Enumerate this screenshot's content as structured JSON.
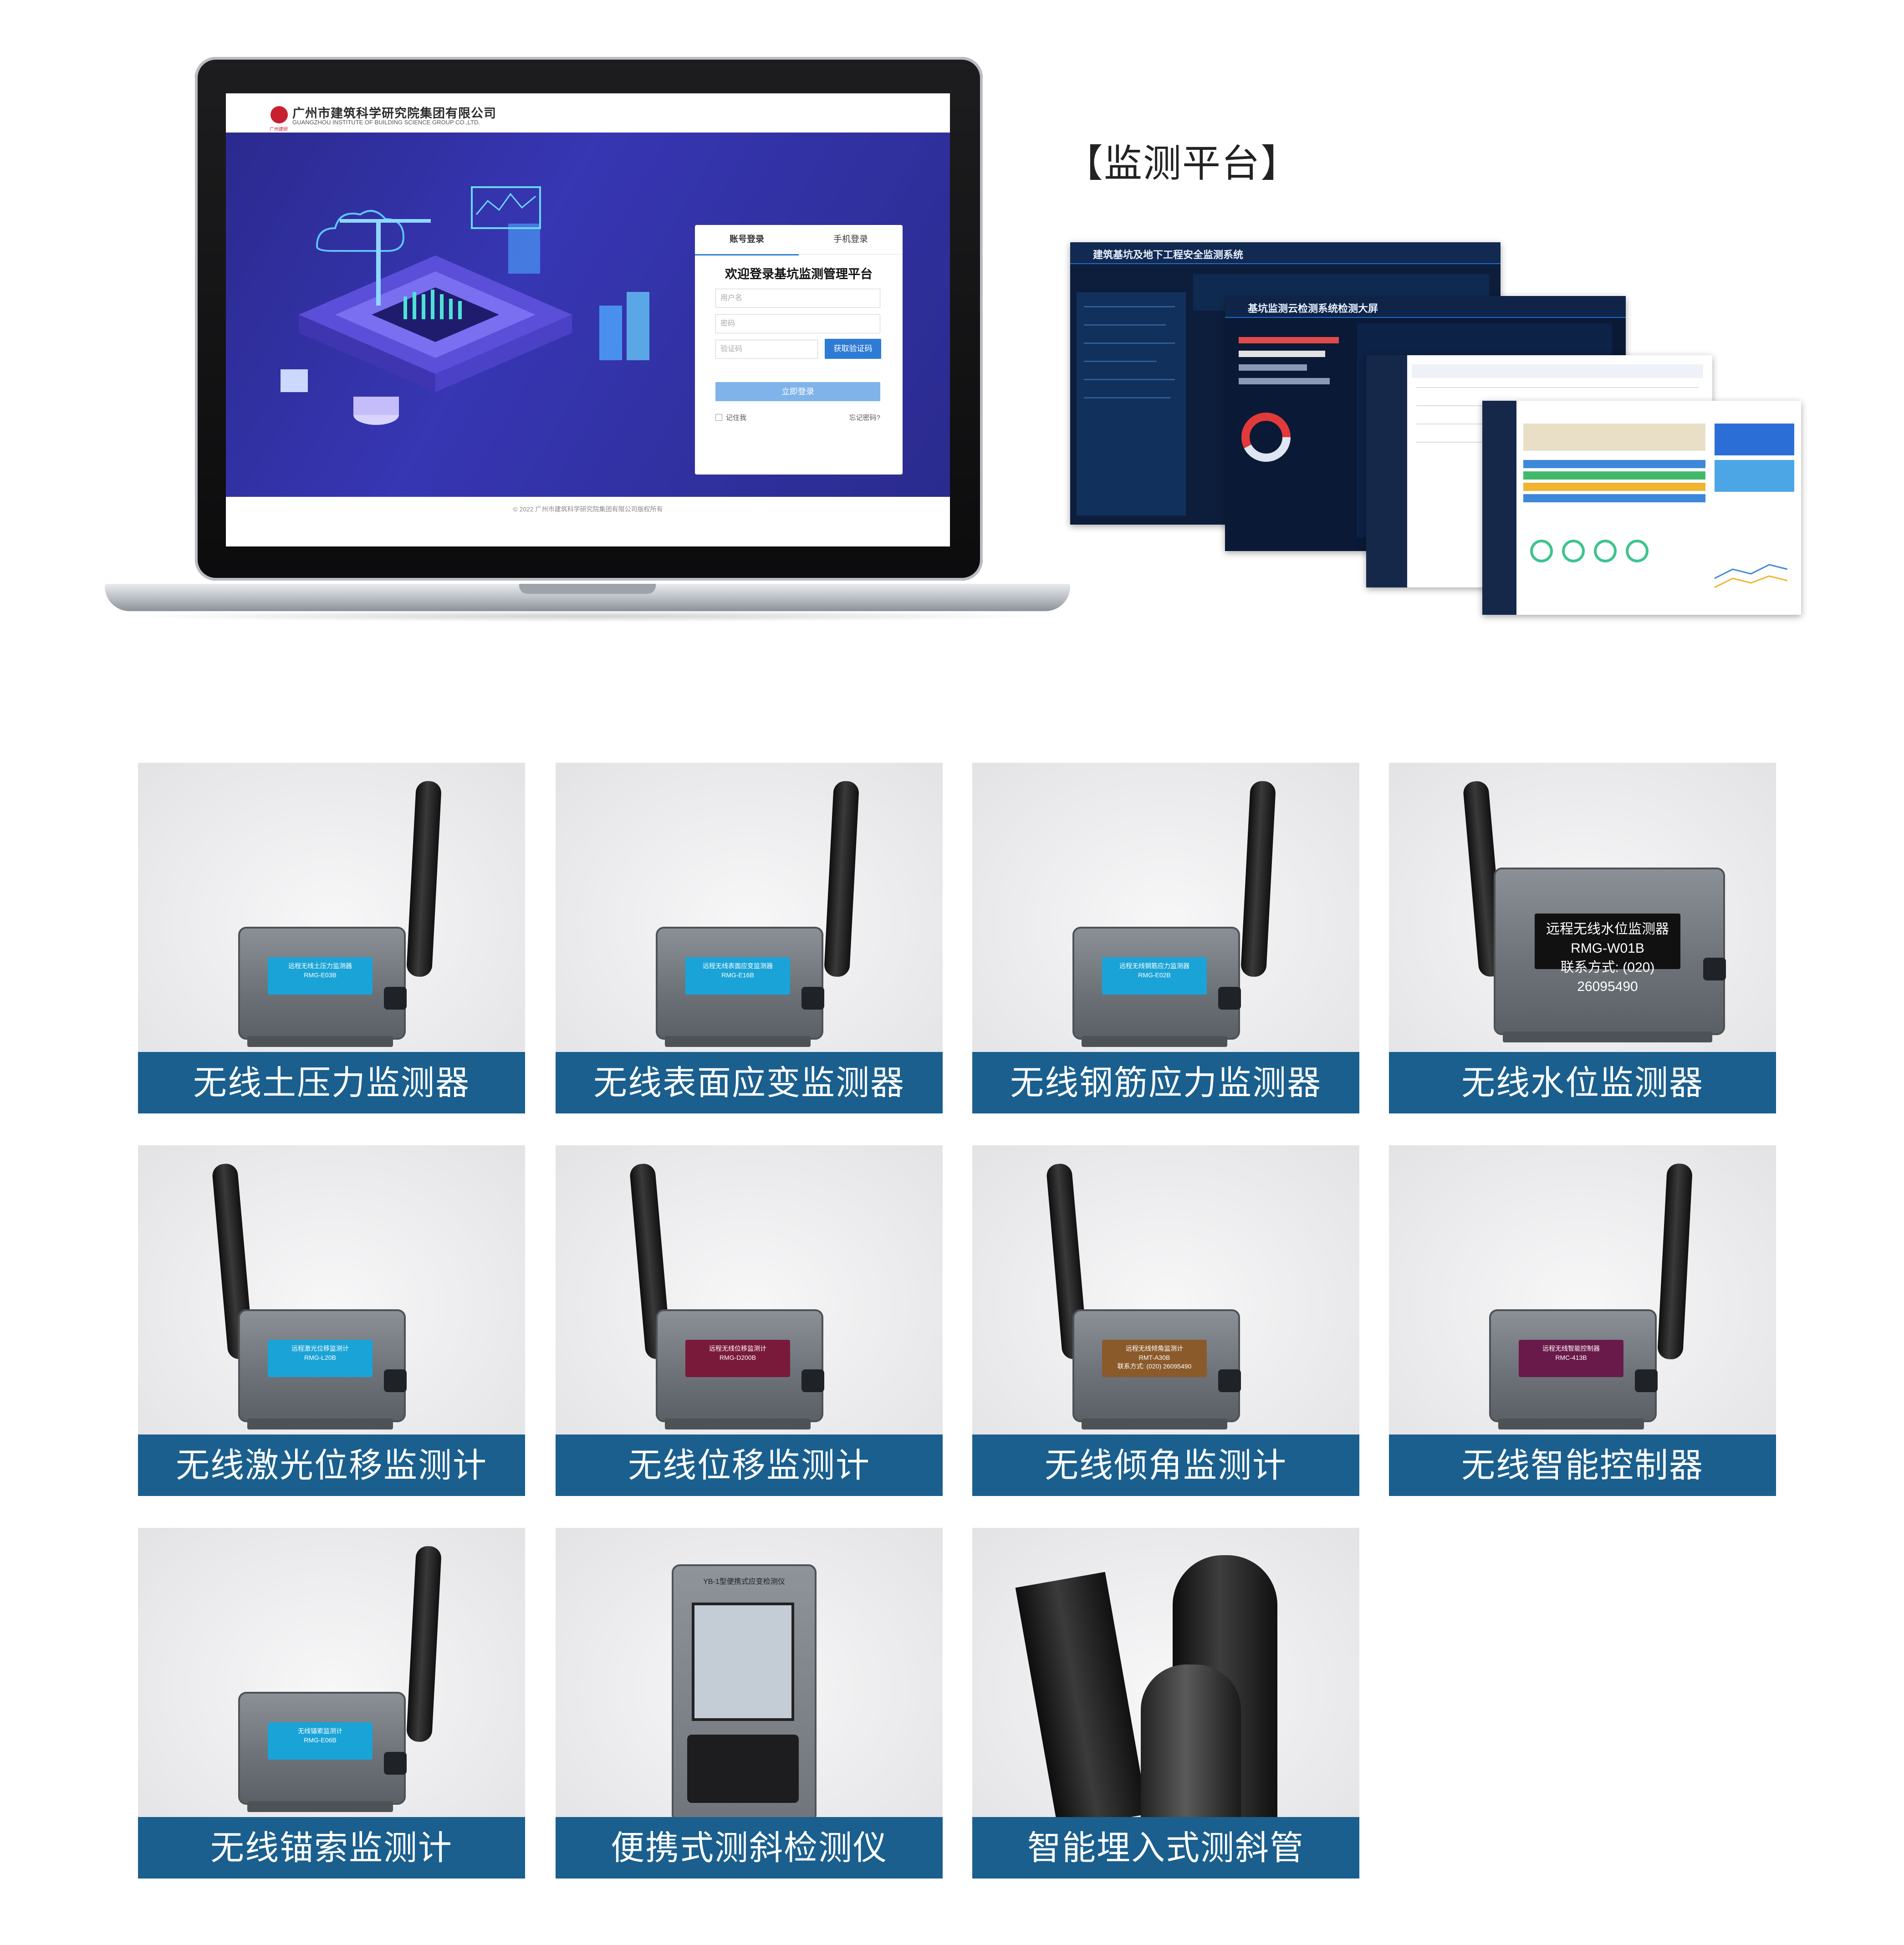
{
  "login_screen": {
    "company_name_cn": "广州市建筑科学研究院集团有限公司",
    "company_name_en": "GUANGZHOU INSTITUTE OF BUILDING SCIENCE GROUP CO.,LTD.",
    "logo_caption": "广州建研",
    "tabs": [
      "账号登录",
      "手机登录"
    ],
    "title": "欢迎登录基坑监测管理平台",
    "username_placeholder": "用户名",
    "password_placeholder": "密码",
    "captcha_placeholder": "验证码",
    "captcha_button": "获取验证码",
    "submit_button": "立即登录",
    "remember_label": "记住我",
    "forgot_label": "忘记密码?",
    "footer": "© 2022 广州市建筑科学研究院集团有限公司版权所有"
  },
  "platform": {
    "title": "【监测平台】",
    "screens": [
      {
        "title": "建筑基坑及地下工程安全监测系统"
      },
      {
        "title": "基坑监测云检测系统检测大屏"
      }
    ]
  },
  "products": [
    {
      "name": "无线土压力监测器",
      "plate": "远程无线土压力监测器",
      "code": "RMG-E03B",
      "plate_color": "#1aa3d6"
    },
    {
      "name": "无线表面应变监测器",
      "plate": "远程无线表面应变监测器",
      "code": "RMG-E16B",
      "plate_color": "#1aa3d6"
    },
    {
      "name": "无线钢筋应力监测器",
      "plate": "远程无线钢筋应力监测器",
      "code": "RMG-E02B",
      "plate_color": "#1aa3d6"
    },
    {
      "name": "无线水位监测器",
      "plate": "远程无线水位监测器",
      "code": "RMG-W01B",
      "phone": "联系方式: (020) 26095490",
      "plate_color": "#111111"
    },
    {
      "name": "无线激光位移监测计",
      "plate": "远程激光位移监测计",
      "code": "RMG-L20B",
      "plate_color": "#1aa3d6"
    },
    {
      "name": "无线位移监测计",
      "plate": "远程无线位移监测计",
      "code": "RMG-D200B",
      "plate_color": "#7a1a3a"
    },
    {
      "name": "无线倾角监测计",
      "plate": "远程无线倾角监测计",
      "code": "RMT-A30B",
      "phone": "联系方式: (020) 26095490",
      "plate_color": "#8a5a2a"
    },
    {
      "name": "无线智能控制器",
      "plate": "远程无线智能控制器",
      "code": "RMC-413B",
      "plate_color": "#6a1a4a"
    },
    {
      "name": "无线锚索监测计",
      "plate": "无线锚索监测计",
      "code": "RMG-E06B",
      "plate_color": "#1aa3d6"
    },
    {
      "name": "便携式测斜检测仪",
      "plate": "YB-1型便携式应变检测仪",
      "code": "",
      "plate_color": "#cfcfcf"
    },
    {
      "name": "智能埋入式测斜管",
      "plate": "",
      "code": "",
      "plate_color": "#111111"
    }
  ],
  "colors": {
    "label_bg": "#1a5f8e",
    "login_hero": "#3332a8",
    "accent": "#2e7bd6"
  }
}
